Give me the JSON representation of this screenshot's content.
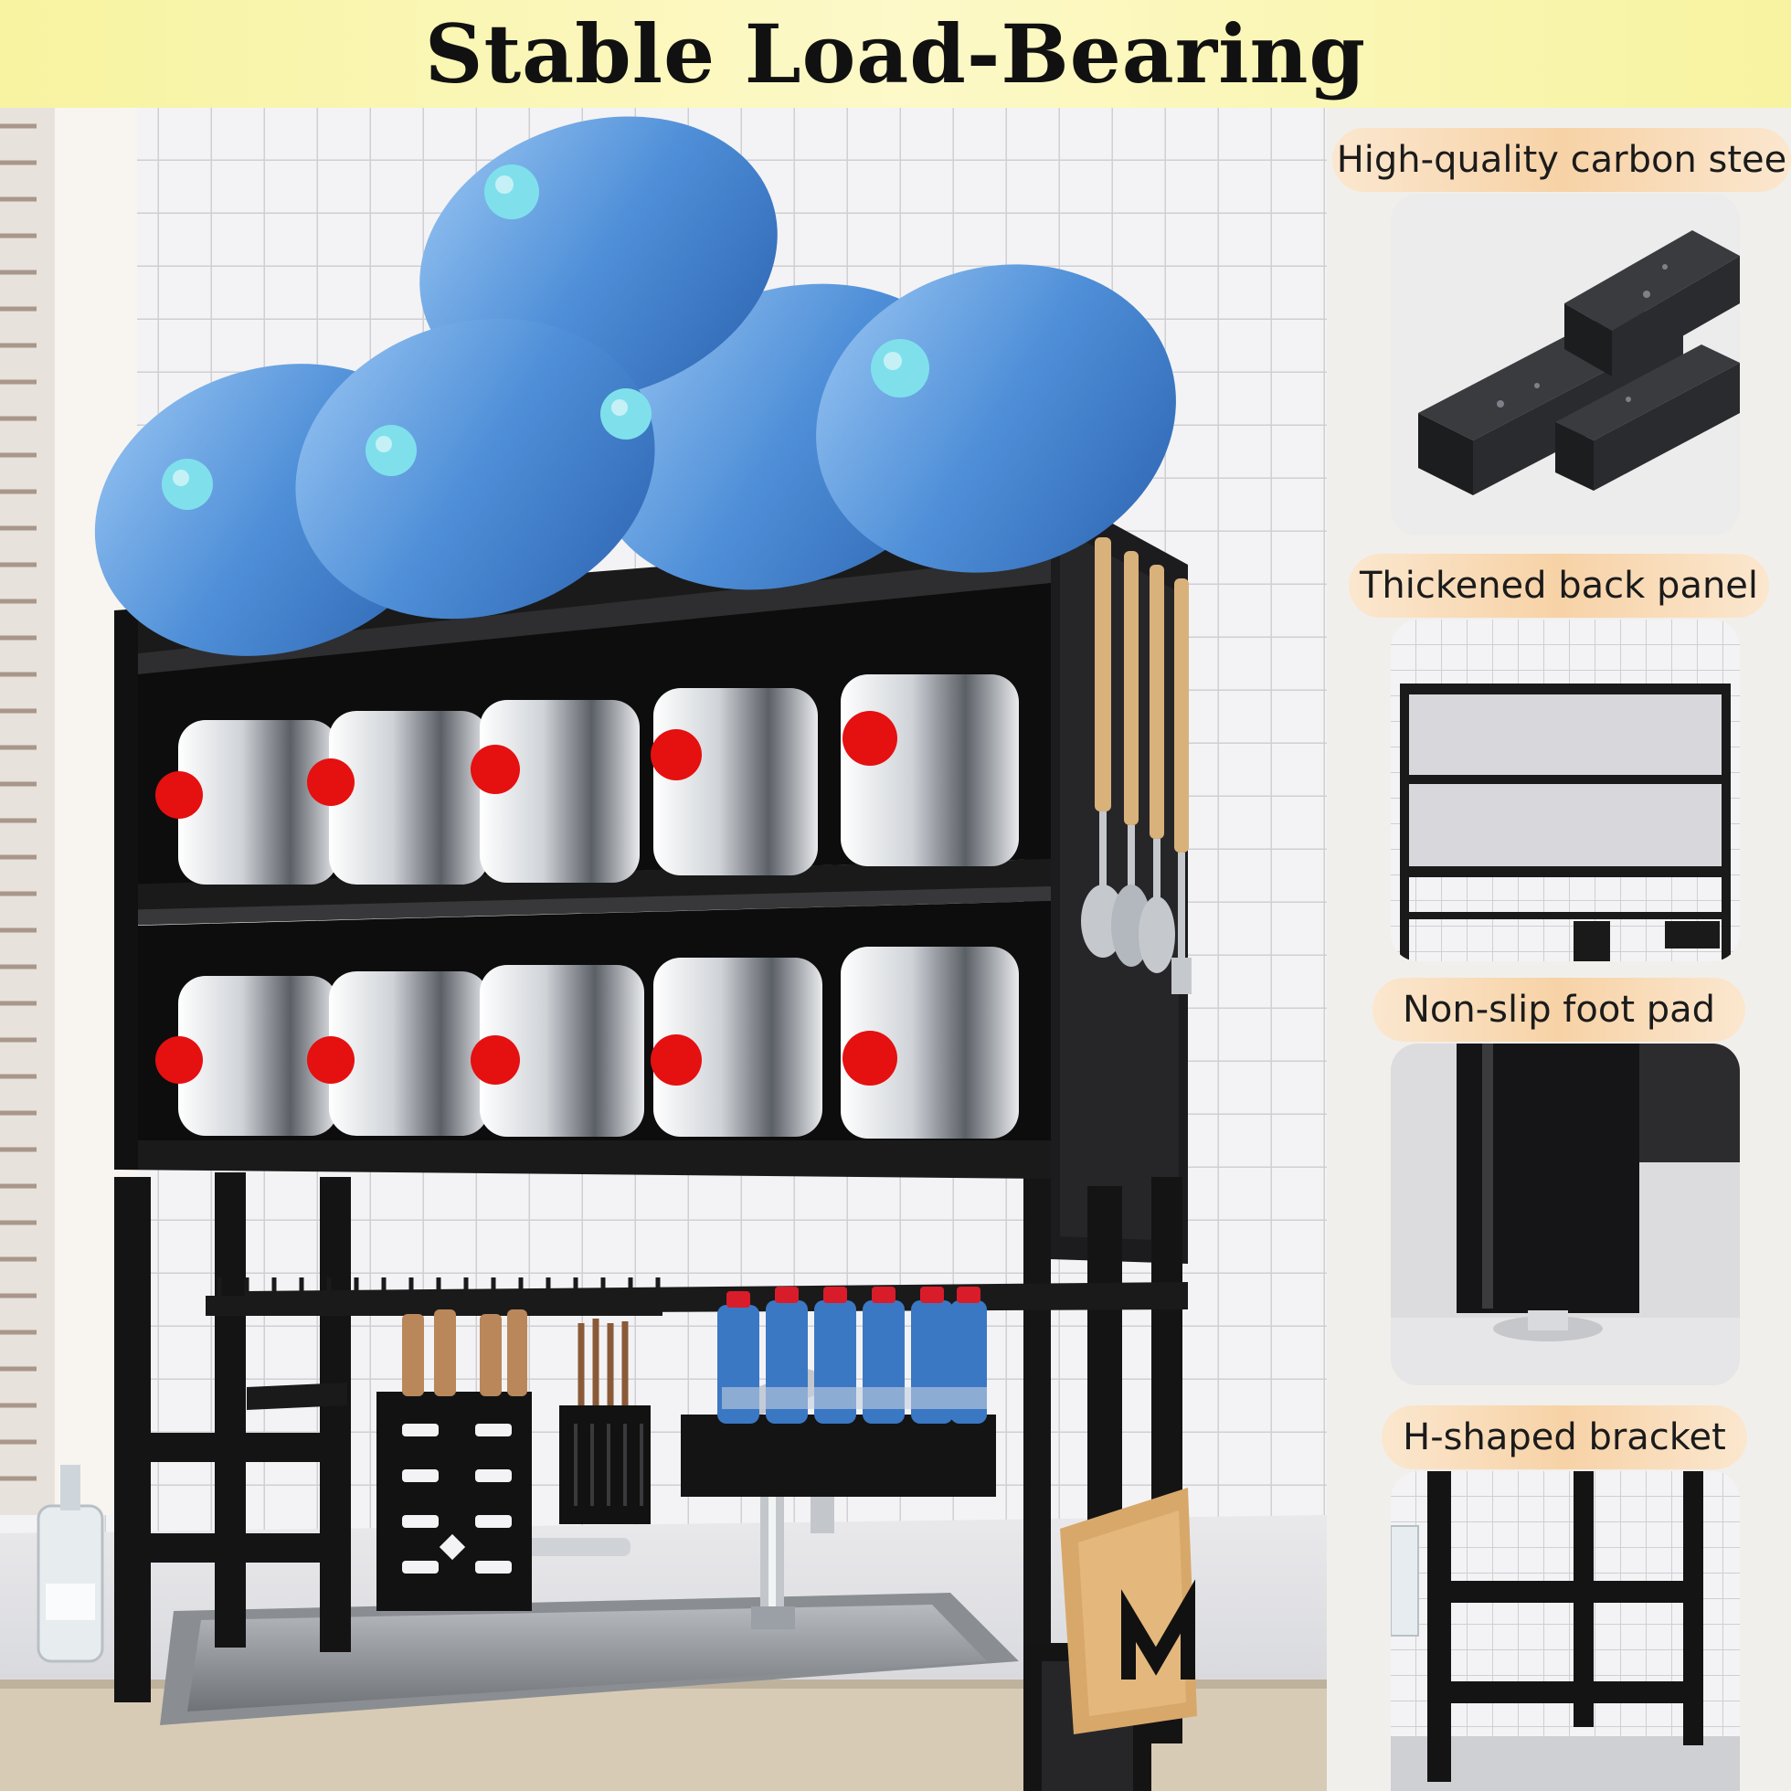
{
  "banner": {
    "title": "Stable Load-Bearing"
  },
  "features": [
    {
      "label": "High-quality carbon stee",
      "photo_icon": "steel-tubes-icon"
    },
    {
      "label": "Thickened back panel",
      "photo_icon": "back-panel-icon"
    },
    {
      "label": "Non-slip foot pad",
      "photo_icon": "foot-pad-icon"
    },
    {
      "label": "H-shaped bracket",
      "photo_icon": "h-bracket-icon"
    }
  ],
  "colors": {
    "banner": "#f9f5b0",
    "label_pill": "#f7d2a6",
    "rack": "#111111",
    "water_jug": "#4f8fd8",
    "bottle_cap": "#e51010",
    "cutting_board": "#d8a86a"
  }
}
